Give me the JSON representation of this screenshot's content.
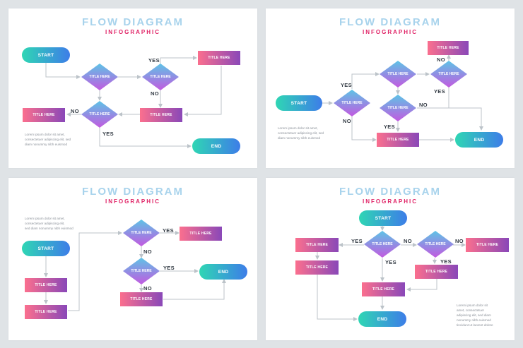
{
  "heading": {
    "title": "FLOW DIAGRAM",
    "subtitle": "INFOGRAPHIC"
  },
  "labels": {
    "start": "START",
    "end": "END",
    "yes": "YES",
    "no": "NO",
    "box": "TITLE HERE",
    "diamond": "TITLE HERE"
  },
  "lorem": {
    "line1": "Lorem ipsum dolor sit amet,",
    "line2": "consectetuer adipiscing elit, sed",
    "line3": "diam nonummy nibh euismod",
    "p3_line1": "Lorem ipsum dolor sit amet,",
    "p3_line2": "consectetuer adipiscing elit,",
    "p3_line3": "sed diam nonummy nibh euismod",
    "p4_line1": "Lorem ipsum dolor sit",
    "p4_line2": "amet, consectetuer",
    "p4_line3": "adipiscing elit, sed diam",
    "p4_line4": "nonummy nibh euismod",
    "p4_line5": "tincidunt ut laoreet dolore"
  },
  "colors": {
    "pill": [
      "#2fd6b4",
      "#3d7de8"
    ],
    "box": [
      "#fb6f8e",
      "#8a48b8"
    ],
    "diamond": [
      "#5ec3e6",
      "#c25ae0"
    ],
    "title": "#a8d3ec",
    "subtitle": "#e02366"
  }
}
